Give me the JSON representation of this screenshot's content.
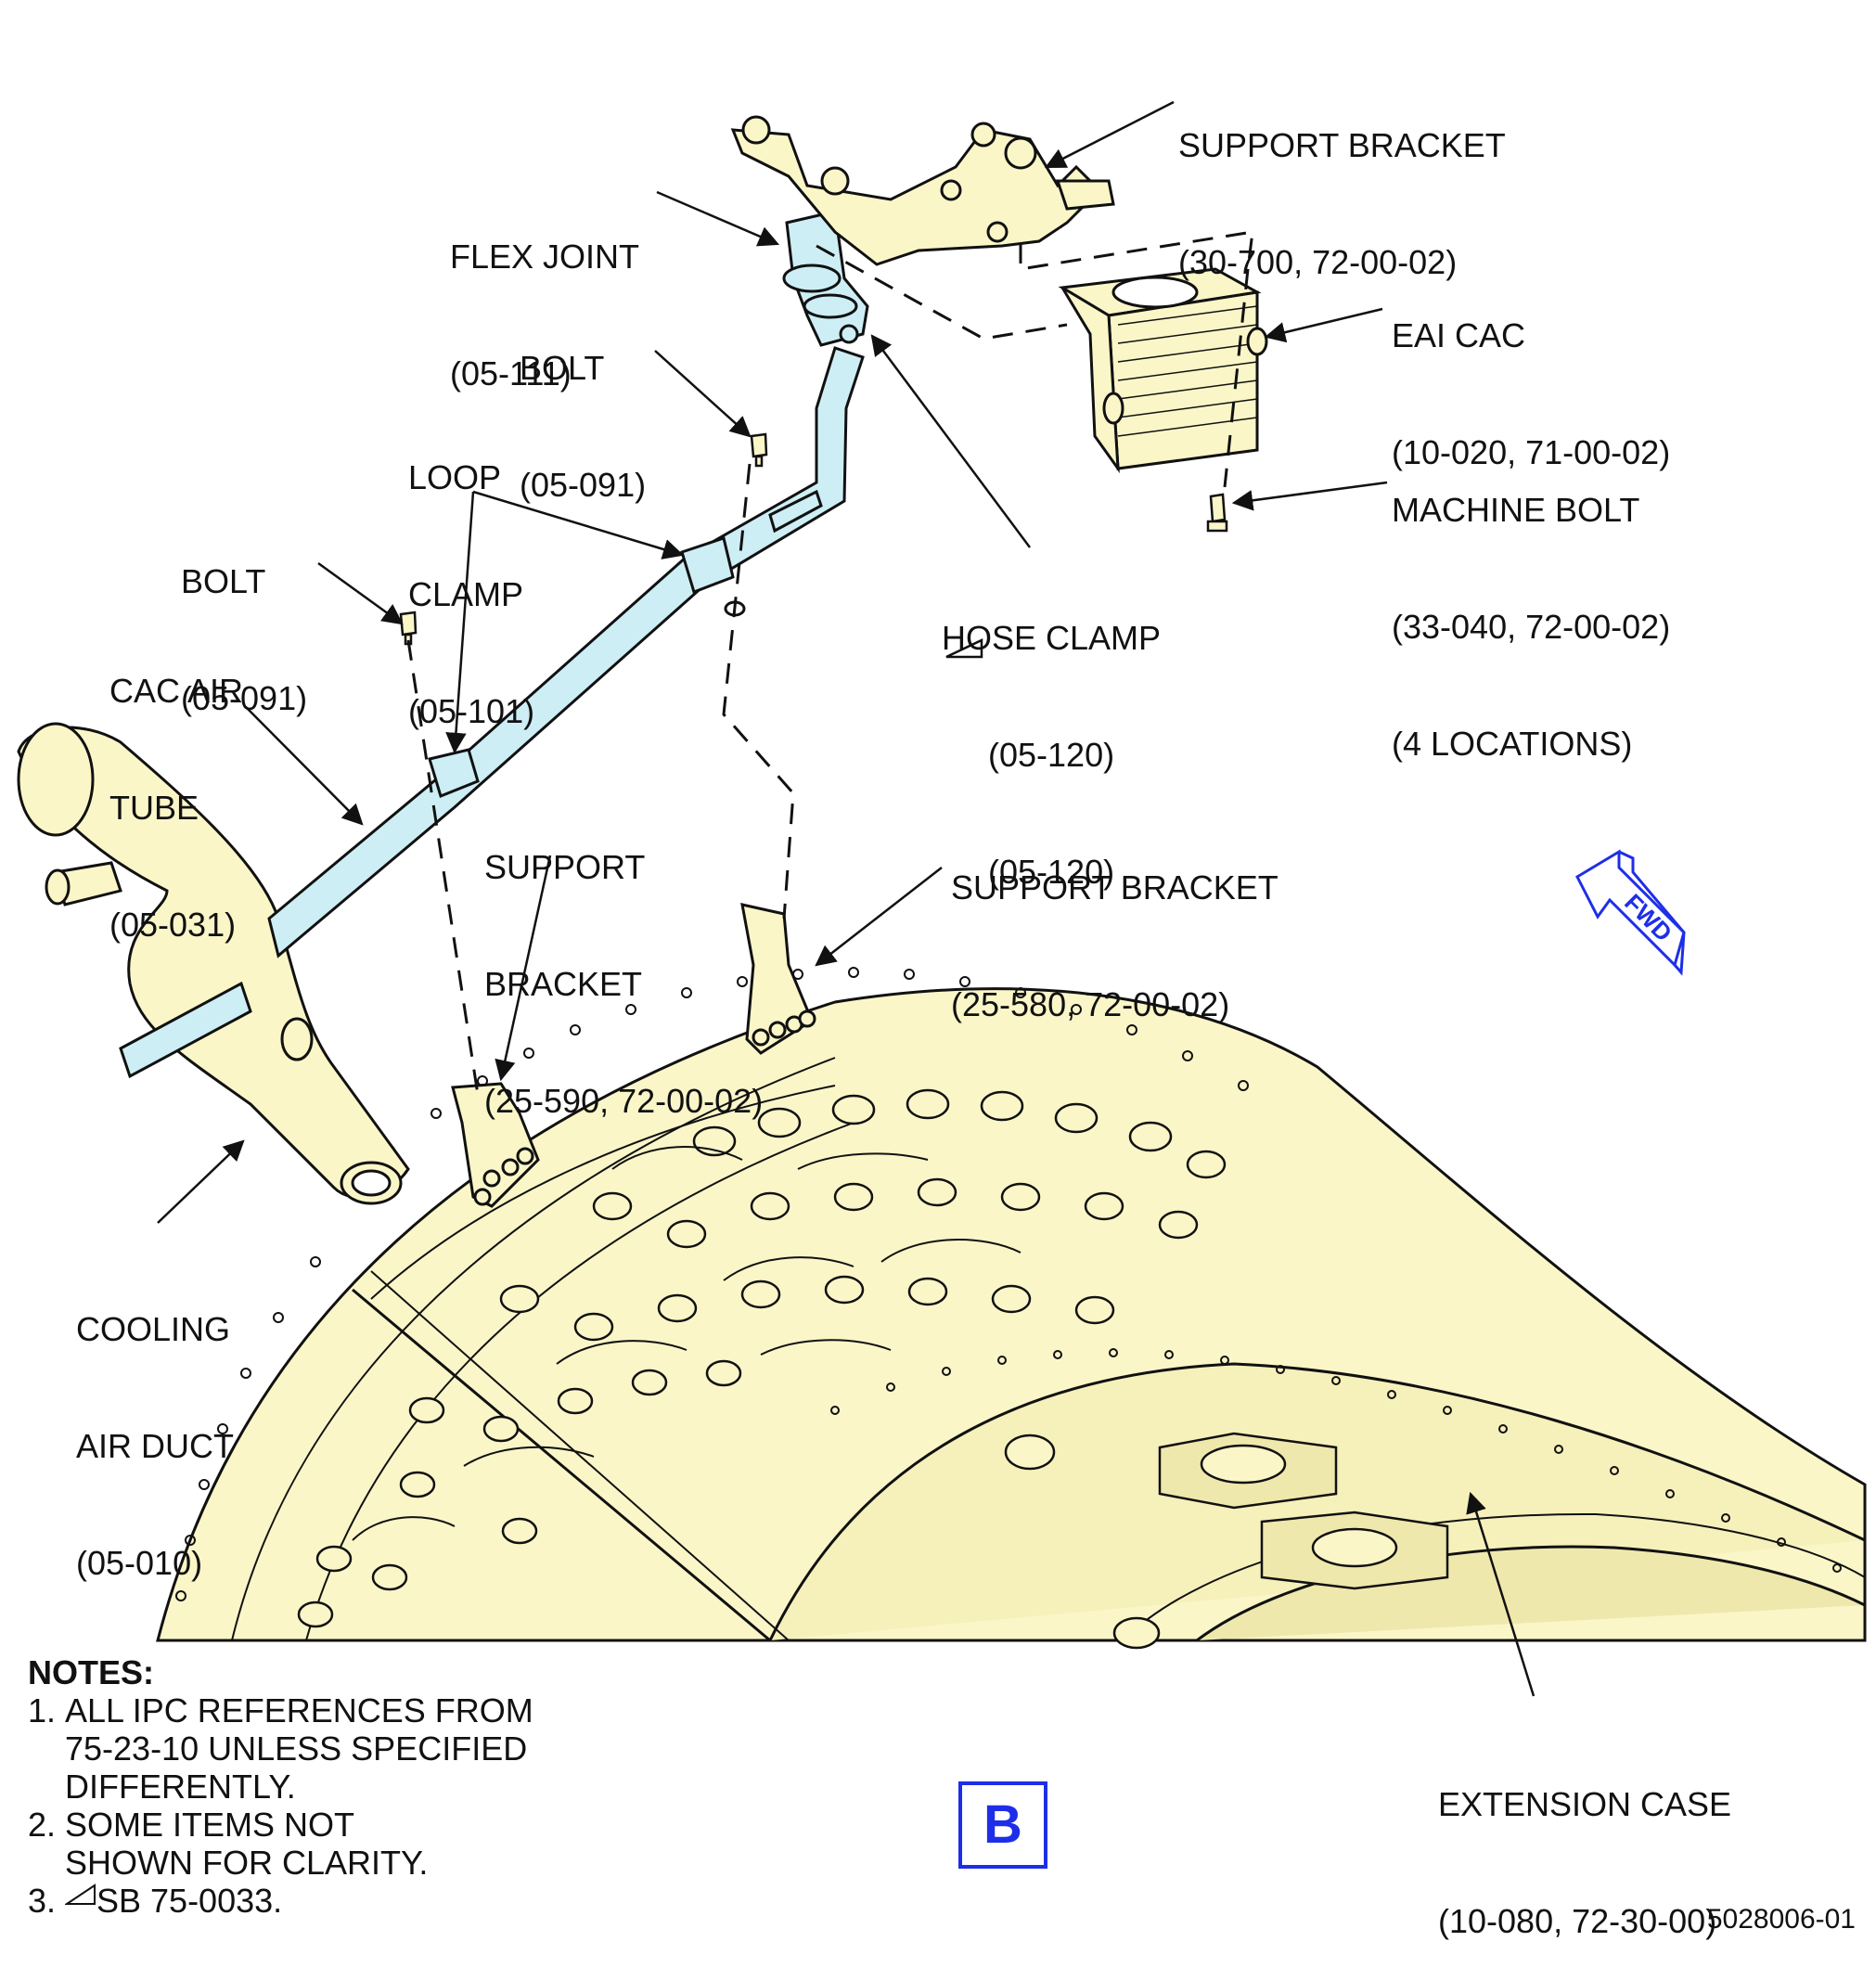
{
  "labels": {
    "support_bracket_top": {
      "l1": "SUPPORT BRACKET",
      "l2": "(30-700, 72-00-02)"
    },
    "flex_joint": {
      "l1": "FLEX JOINT",
      "l2": "(05-111)"
    },
    "eai_cac": {
      "l1": "EAI CAC",
      "l2": "(10-020, 71-00-02)"
    },
    "bolt_upper": {
      "l1": "BOLT",
      "l2": "(05-091)"
    },
    "loop_clamp": {
      "l1": "LOOP",
      "l2": "CLAMP",
      "l3": "(05-101)"
    },
    "machine_bolt": {
      "l1": "MACHINE BOLT",
      "l2": "(33-040, 72-00-02)",
      "l3": "(4 LOCATIONS)"
    },
    "bolt_lower": {
      "l1": "BOLT",
      "l2": "(05-091)"
    },
    "hose_clamp": {
      "l1": "HOSE CLAMP",
      "l2": "(05-120)",
      "l3": "(05-120)"
    },
    "cac_air_tube": {
      "l1": "CAC AIR",
      "l2": "TUBE",
      "l3": "(05-031)"
    },
    "support_bracket_left": {
      "l1": "SUPPORT",
      "l2": "BRACKET",
      "l3": "(25-590, 72-00-02)"
    },
    "support_bracket_right": {
      "l1": "SUPPORT BRACKET",
      "l2": "(25-580, 72-00-02)"
    },
    "cooling_air_duct": {
      "l1": "COOLING",
      "l2": "AIR DUCT",
      "l3": "(05-010)"
    },
    "extension_case": {
      "l1": "EXTENSION CASE",
      "l2": "(10-080, 72-30-00)"
    }
  },
  "fwd_arrow": "FWD",
  "notes": {
    "title": "NOTES:",
    "items": [
      {
        "num": "1.",
        "lines": [
          "ALL IPC REFERENCES FROM",
          "75-23-10 UNLESS SPECIFIED",
          "DIFFERENTLY."
        ]
      },
      {
        "num": "2.",
        "lines": [
          "SOME ITEMS NOT",
          "SHOWN FOR CLARITY."
        ]
      },
      {
        "num": "3.",
        "text": "SB 75-0033."
      }
    ]
  },
  "view_letter": "B",
  "figure_number": "5028006-01",
  "colors": {
    "engine_fill": "#faf6c8",
    "tube_fill": "#cdeef5",
    "accent_blue": "#1e2ee8",
    "line": "#111111"
  }
}
